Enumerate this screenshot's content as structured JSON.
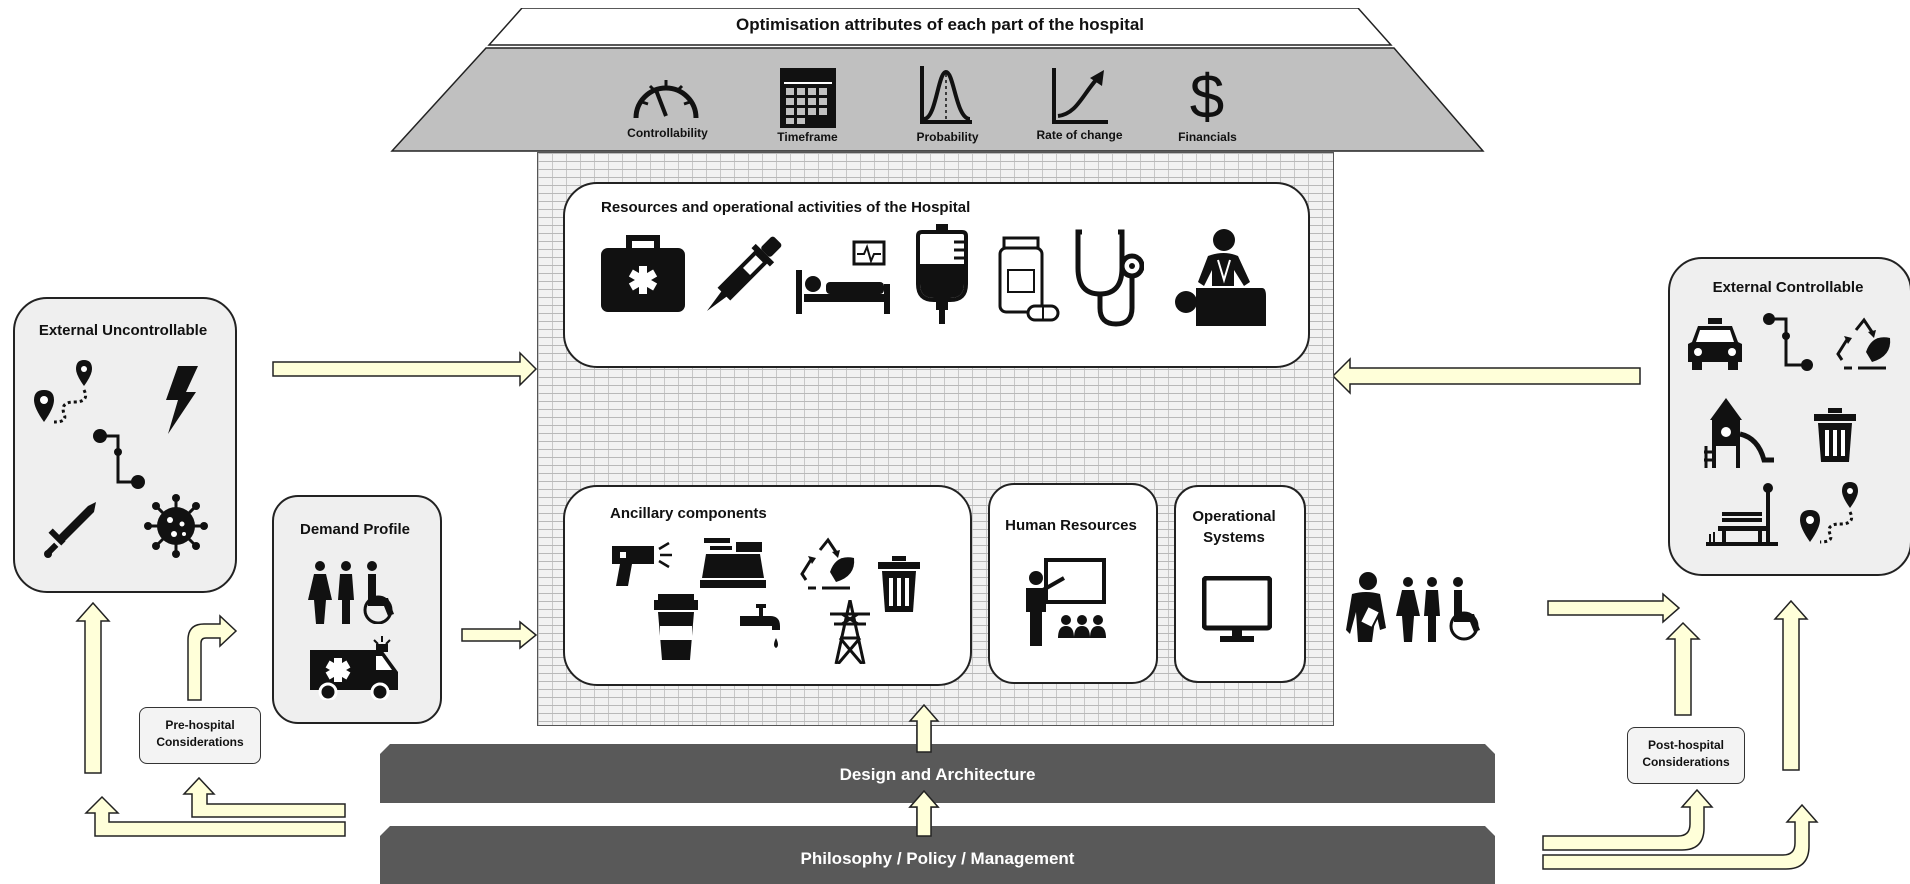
{
  "roof": {
    "title": "Optimisation attributes of each part of the hospital",
    "attributes": [
      "Controllability",
      "Timeframe",
      "Probability",
      "Rate of change",
      "Financials"
    ]
  },
  "resources": {
    "title": "Resources and operational activities of the Hospital"
  },
  "ancillary": {
    "title": "Ancillary components"
  },
  "human_resources": {
    "title": "Human Resources"
  },
  "operational_systems": {
    "title": "Operational Systems"
  },
  "external_uncontrollable": {
    "title": "External Uncontrollable"
  },
  "external_controllable": {
    "title": "External Controllable"
  },
  "demand_profile": {
    "title": "Demand Profile"
  },
  "pre_hospital": {
    "title": "Pre-hospital Considerations"
  },
  "post_hospital": {
    "title": "Post-hospital Considerations"
  },
  "design": {
    "title": "Design and Architecture"
  },
  "philosophy": {
    "title": "Philosophy / Policy / Management"
  },
  "colors": {
    "arrow_fill": "#ffffd9",
    "roof": "#c0c0c0",
    "band": "#595959",
    "panel_grey": "#efefef"
  },
  "icons": [
    "gauge-icon",
    "calendar-icon",
    "bell-curve-icon",
    "rising-arrow-icon",
    "dollar-icon",
    "medical-kit-icon",
    "dropper-icon",
    "hospital-bed-icon",
    "iv-bag-icon",
    "pill-bottle-icon",
    "stethoscope-icon",
    "cpr-icon",
    "radar-gun-icon",
    "cash-register-icon",
    "recycle-icon",
    "trash-icon",
    "coffee-cup-icon",
    "tap-icon",
    "pylon-icon",
    "teacher-icon",
    "monitor-icon",
    "route-icon",
    "lightning-icon",
    "network-icon",
    "sword-icon",
    "virus-icon",
    "people-icon",
    "ambulance-icon",
    "taxi-icon",
    "playground-icon",
    "bench-icon",
    "patients-icon"
  ]
}
